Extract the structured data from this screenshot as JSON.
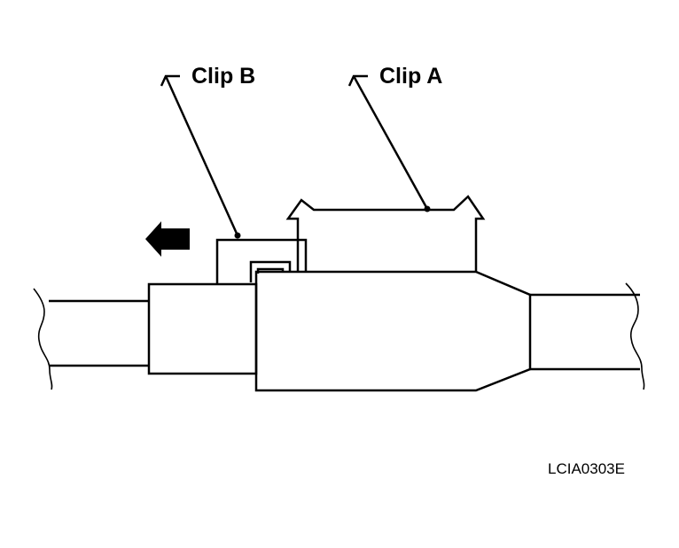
{
  "labels": {
    "clip_b": "Clip B",
    "clip_a": "Clip A"
  },
  "figure_code": "LCIA0303E",
  "direction_arrow": {
    "icon": "arrow-left-icon",
    "color": "#000000"
  },
  "colors": {
    "line": "#000000",
    "background": "#ffffff"
  }
}
